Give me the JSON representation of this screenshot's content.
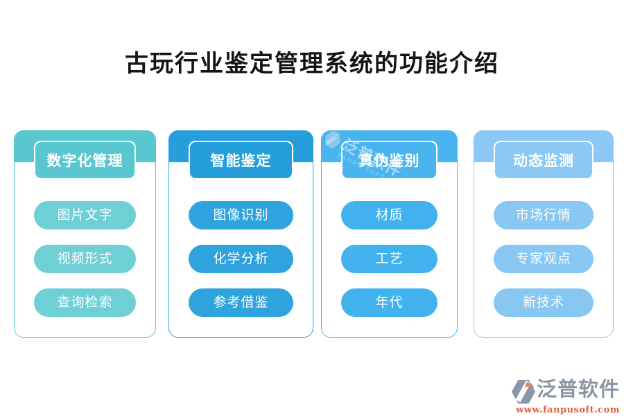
{
  "title": "古玩行业鉴定管理系统的功能介绍",
  "columns": [
    {
      "header": "数字化管理",
      "items": [
        "图片文字",
        "视频形式",
        "查询检索"
      ],
      "band_color": "#58C7CF",
      "pill_color": "#6ECFD5"
    },
    {
      "header": "智能鉴定",
      "items": [
        "图像识别",
        "化学分析",
        "参考借鉴"
      ],
      "band_color": "#259EDB",
      "pill_color": "#2EA3DD"
    },
    {
      "header": "真伪鉴别",
      "items": [
        "材质",
        "工艺",
        "年代"
      ],
      "band_color": "#49B4EE",
      "pill_color": "#41B2ED"
    },
    {
      "header": "动态监测",
      "items": [
        "市场行情",
        "专家观点",
        "新技术"
      ],
      "band_color": "#8BC9F4",
      "pill_color": "#87C7F2"
    }
  ],
  "watermark": {
    "brand": "泛普软件",
    "subtext": "FANPU SOFT"
  },
  "footer_logo": {
    "brand": "泛普软件",
    "website": "www.fanpusoft.com",
    "brand_color": "#8A95A5",
    "website_color": "#DD5F42",
    "icon": "fanpu-logo-icon",
    "icon_grey": "#8C96A6",
    "icon_orange": "#DB8A61"
  }
}
